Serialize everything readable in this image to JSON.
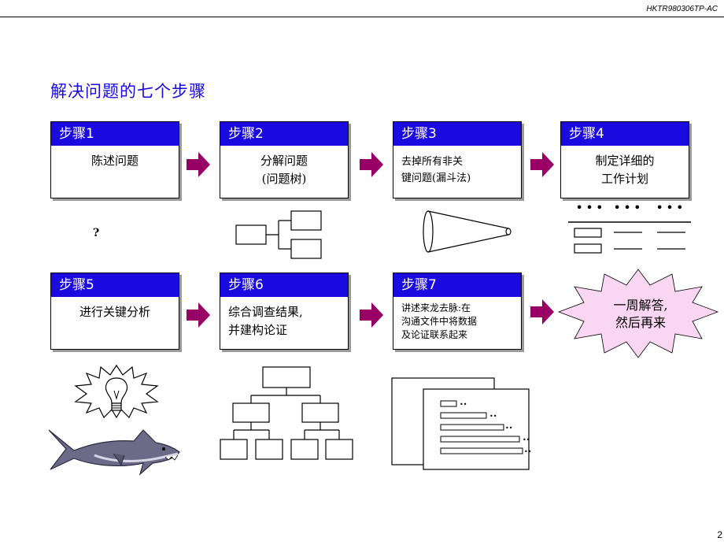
{
  "doc_code": "HKTR980306TP-AC",
  "page_number": "2",
  "title": "解决问题的七个步骤",
  "steps": [
    {
      "label": "步骤1",
      "text": [
        "陈述问题"
      ]
    },
    {
      "label": "步骤2",
      "text": [
        "分解问题",
        "(问题树)"
      ]
    },
    {
      "label": "步骤3",
      "text": [
        "去掉所有非关",
        "键问题(漏斗法)"
      ]
    },
    {
      "label": "步骤4",
      "text": [
        "制定详细的",
        "工作计划"
      ]
    },
    {
      "label": "步骤5",
      "text": [
        "进行关键分析"
      ]
    },
    {
      "label": "步骤6",
      "text": [
        "综合调查结果,",
        "并建构论证"
      ]
    },
    {
      "label": "步骤7",
      "text": [
        "讲述来龙去脉:在",
        "沟通文件中将数据",
        "及论证联系起来"
      ]
    }
  ],
  "question_mark": "?",
  "final": [
    "一周解答,",
    "然后再来"
  ],
  "colors": {
    "accent": "#1a0ae0",
    "arrow": "#990066",
    "star": "#f9d6f2"
  }
}
